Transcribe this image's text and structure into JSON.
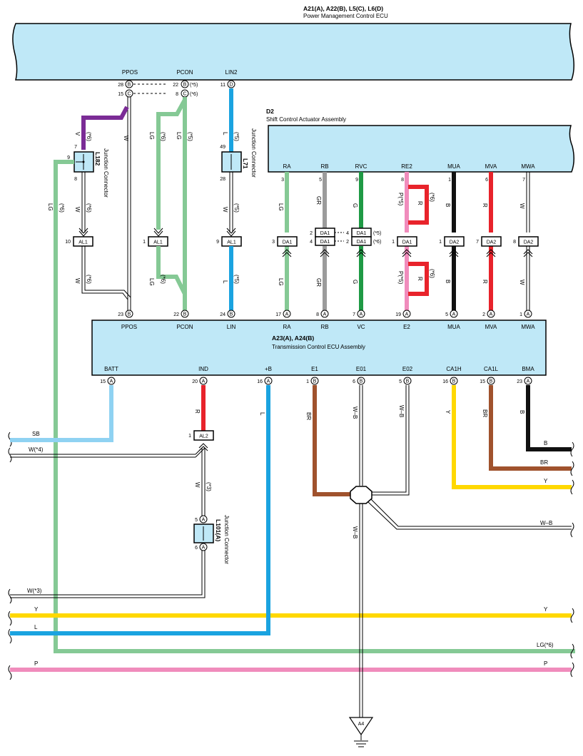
{
  "ecu_pm": {
    "title": "A21(A), A22(B), L5(C), L6(D)",
    "subtitle": "Power Management Control ECU",
    "terminals": [
      {
        "name": "PPOS",
        "pins": [
          {
            "num": "28",
            "conn": "B"
          },
          {
            "num": "15",
            "conn": "C"
          }
        ]
      },
      {
        "name": "PCON",
        "pins": [
          {
            "num": "22",
            "conn": "B",
            "note": "(*5)"
          },
          {
            "num": "8",
            "conn": "C",
            "note": "(*6)"
          }
        ]
      },
      {
        "name": "LIN2",
        "pins": [
          {
            "num": "11",
            "conn": "D"
          }
        ]
      }
    ]
  },
  "actuator": {
    "code": "D2",
    "title": "Shift Control Actuator Assembly",
    "terminals": [
      {
        "name": "RA",
        "pin": "3"
      },
      {
        "name": "RB",
        "pin": "5"
      },
      {
        "name": "RVC",
        "pin": "9"
      },
      {
        "name": "RE2",
        "pin": "8"
      },
      {
        "name": "MUA",
        "pin": "1"
      },
      {
        "name": "MVA",
        "pin": "6"
      },
      {
        "name": "MWA",
        "pin": "7"
      }
    ]
  },
  "junction_l182": {
    "code": "L182",
    "label": "Junction Connector",
    "pins": [
      "9",
      "7",
      "8"
    ]
  },
  "junction_l71": {
    "code": "L71",
    "label": "Junction Connector",
    "pins": [
      "49",
      "28"
    ]
  },
  "junction_l101": {
    "code": "L101(A)",
    "label": "Junction Connector",
    "pins": [
      "5",
      "6"
    ],
    "conn": "A"
  },
  "connectors": {
    "al1": "AL1",
    "al2": "AL2",
    "da1": "DA1",
    "da2": "DA2",
    "al1_pins": [
      "10",
      "1",
      "9"
    ],
    "al2_pin": "1",
    "da1_pins": [
      "3",
      "2",
      "4",
      "4",
      "2",
      "1"
    ],
    "da1_notes": [
      "(*5)",
      "(*6)"
    ],
    "da2_pins": [
      "1",
      "7",
      "8"
    ]
  },
  "wire_labels": {
    "v": "V",
    "w": "W",
    "lg": "LG",
    "l": "L",
    "gr": "GR",
    "g": "G",
    "p": "P",
    "r": "R",
    "b": "B",
    "br": "BR",
    "y": "Y",
    "wb": "W–B",
    "sb": "SB",
    "n5": "(*5)",
    "n6": "(*6)",
    "n3": "(*3)",
    "p5": "P(*5)"
  },
  "tcu": {
    "title": "A23(A), A24(B)",
    "subtitle": "Transmission Control ECU Assembly",
    "top_terminals": [
      {
        "name": "PPOS",
        "num": "23",
        "conn": "B"
      },
      {
        "name": "PCON",
        "num": "22",
        "conn": "B"
      },
      {
        "name": "LIN",
        "num": "24",
        "conn": "B"
      },
      {
        "name": "RA",
        "num": "17",
        "conn": "A"
      },
      {
        "name": "RB",
        "num": "8",
        "conn": "A"
      },
      {
        "name": "VC",
        "num": "7",
        "conn": "A"
      },
      {
        "name": "E2",
        "num": "19",
        "conn": "A"
      },
      {
        "name": "MUA",
        "num": "5",
        "conn": "A"
      },
      {
        "name": "MVA",
        "num": "2",
        "conn": "A"
      },
      {
        "name": "MWA",
        "num": "1",
        "conn": "A"
      }
    ],
    "bottom_terminals": [
      {
        "name": "BATT",
        "num": "15",
        "conn": "A"
      },
      {
        "name": "IND",
        "num": "20",
        "conn": "A"
      },
      {
        "name": "+B",
        "num": "16",
        "conn": "A"
      },
      {
        "name": "E1",
        "num": "1",
        "conn": "B"
      },
      {
        "name": "E01",
        "num": "6",
        "conn": "B"
      },
      {
        "name": "E02",
        "num": "5",
        "conn": "B"
      },
      {
        "name": "CA1H",
        "num": "16",
        "conn": "B"
      },
      {
        "name": "CA1L",
        "num": "15",
        "conn": "B"
      },
      {
        "name": "BMA",
        "num": "23",
        "conn": "A"
      }
    ]
  },
  "bus_left": [
    {
      "label": "SB"
    },
    {
      "label": "W(*4)"
    },
    {
      "label": "W(*3)"
    },
    {
      "label": "Y"
    },
    {
      "label": "L"
    },
    {
      "label": "P"
    }
  ],
  "bus_right": [
    {
      "label": "B"
    },
    {
      "label": "BR"
    },
    {
      "label": "Y"
    },
    {
      "label": "W–B"
    },
    {
      "label": "Y"
    },
    {
      "label": "LG(*6)"
    },
    {
      "label": "P"
    }
  ],
  "ground": {
    "label": "A4"
  },
  "colors": {
    "lg": "#85c995",
    "l": "#1aa3e0",
    "sb": "#8fd2f2",
    "v": "#7b2c96",
    "gr": "#9b9b9b",
    "g": "#1f9a45",
    "p": "#f08cbc",
    "r": "#e8232b",
    "b": "#111111",
    "br": "#a0522d",
    "y": "#ffd800",
    "ecu_fill": "#bfe8f7"
  }
}
